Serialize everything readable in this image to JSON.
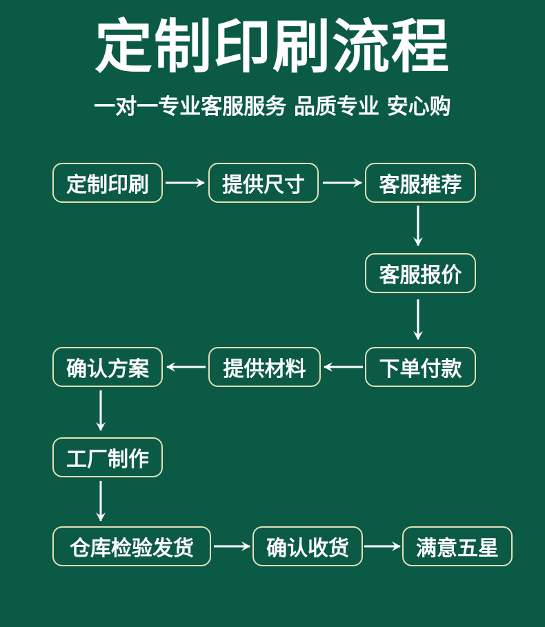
{
  "title": "定制印刷流程",
  "subtitle": "一对一专业客服服务 品质专业 安心购",
  "steps": [
    "定制印刷",
    "提供尺寸",
    "客服推荐",
    "客服报价",
    "下单付款",
    "提供材料",
    "确认方案",
    "工厂制作",
    "仓库检验发货",
    "确认收货",
    "满意五星"
  ],
  "colors": {
    "background": "#0b5a45",
    "border": "#e3e0b8",
    "text": "#ffffff"
  }
}
